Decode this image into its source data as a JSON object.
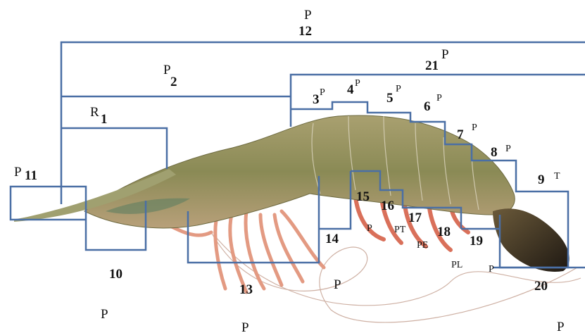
{
  "labels": {
    "n1": "1",
    "n2": "2",
    "n3": "3",
    "n4": "4",
    "n5": "5",
    "n6": "6",
    "n7": "7",
    "n8": "8",
    "n9": "9",
    "n10": "10",
    "n11": "11",
    "n12": "12",
    "n13": "13",
    "n14": "14",
    "n15": "15",
    "n16": "16",
    "n17": "17",
    "n18": "18",
    "n19": "19",
    "n20": "20",
    "n21": "21",
    "R": "R",
    "T": "T",
    "PT": "PT",
    "PE": "PE",
    "PL": "PL",
    "P": "P"
  },
  "colors": {
    "line": "#4a6fa5",
    "body": "#8e8a52",
    "legs": "#e39a82",
    "tail": "#3a3020",
    "text": "#111111"
  },
  "icons": [
    "shrimp-illustration"
  ]
}
